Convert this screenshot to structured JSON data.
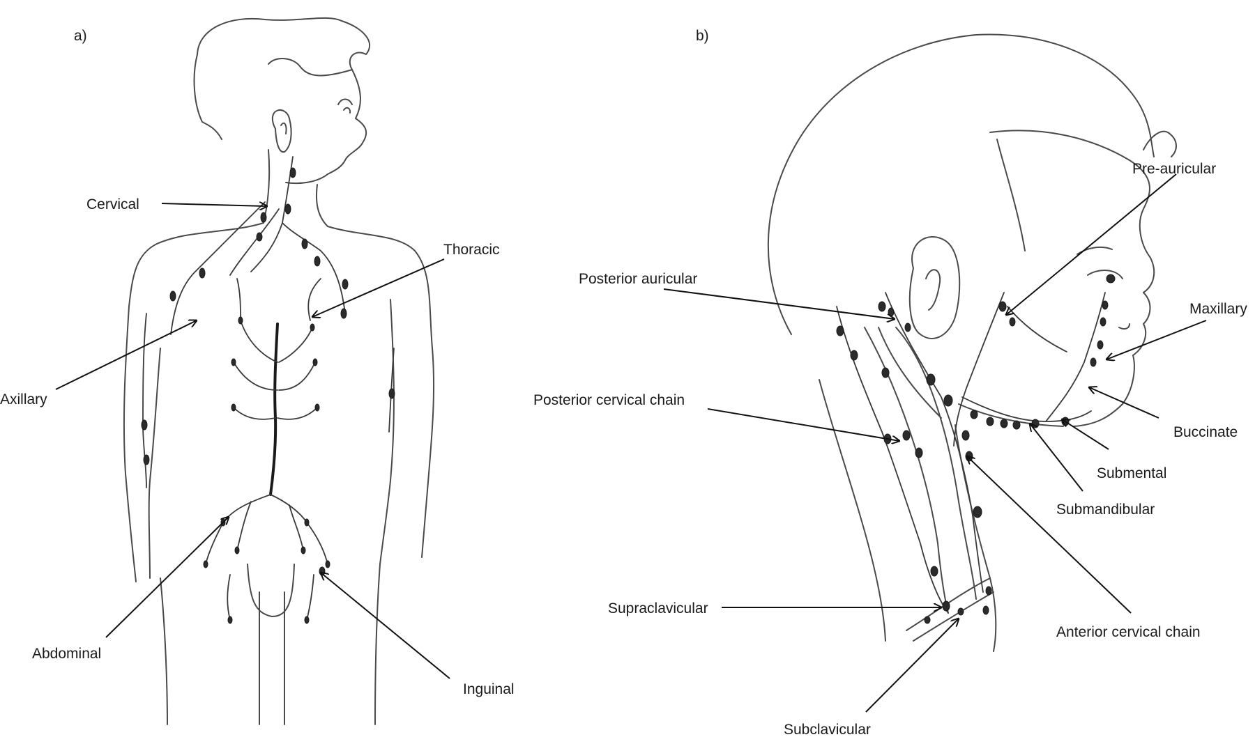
{
  "panels": {
    "a": "a)",
    "b": "b)"
  },
  "labels_a": {
    "cervical": "Cervical",
    "thoracic": "Thoracic",
    "axillary": "Axillary",
    "abdominal": "Abdominal",
    "inguinal": "Inguinal"
  },
  "labels_b": {
    "pre_auricular": "Pre-auricular",
    "posterior_auricular": "Posterior auricular",
    "maxillary": "Maxillary",
    "posterior_cervical_chain": "Posterior cervical chain",
    "buccinate": "Buccinate",
    "submental": "Submental",
    "submandibular": "Submandibular",
    "supraclavicular": "Supraclavicular",
    "anterior_cervical_chain": "Anterior cervical chain",
    "subclavicular": "Subclavicular"
  }
}
